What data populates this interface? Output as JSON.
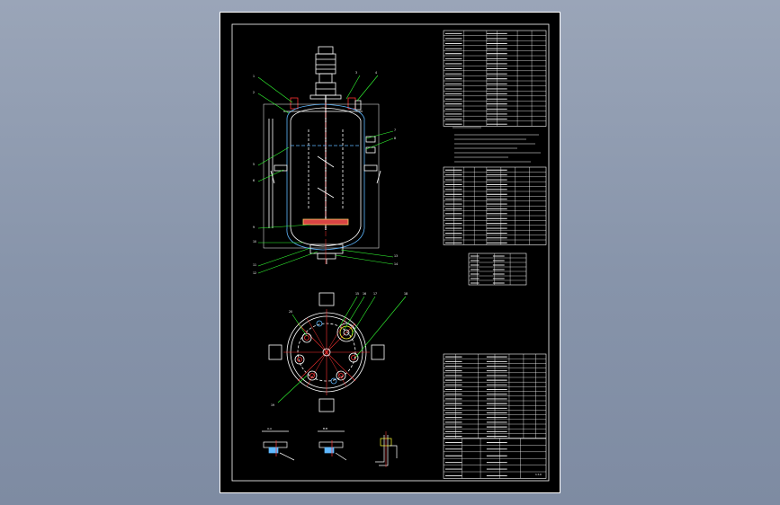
{
  "viewer": {
    "background_top": "#9aa5b8",
    "background_bottom": "#7e8ba2"
  },
  "drawing": {
    "sheet_color": "#000000",
    "line_color": "#ffffff",
    "vessel_color": "#5fb8ff",
    "leader_color": "#33ff33",
    "center_color": "#ff3333",
    "accent_color": "#ffff33",
    "title_block": {
      "scale_label": "1:10"
    },
    "callouts": [
      "1",
      "2",
      "3",
      "4",
      "5",
      "6",
      "7",
      "8",
      "9",
      "10",
      "11",
      "12",
      "13",
      "14",
      "15",
      "16",
      "17",
      "18",
      "19",
      "20"
    ],
    "section_labels": [
      "A-A",
      "B-B"
    ]
  }
}
